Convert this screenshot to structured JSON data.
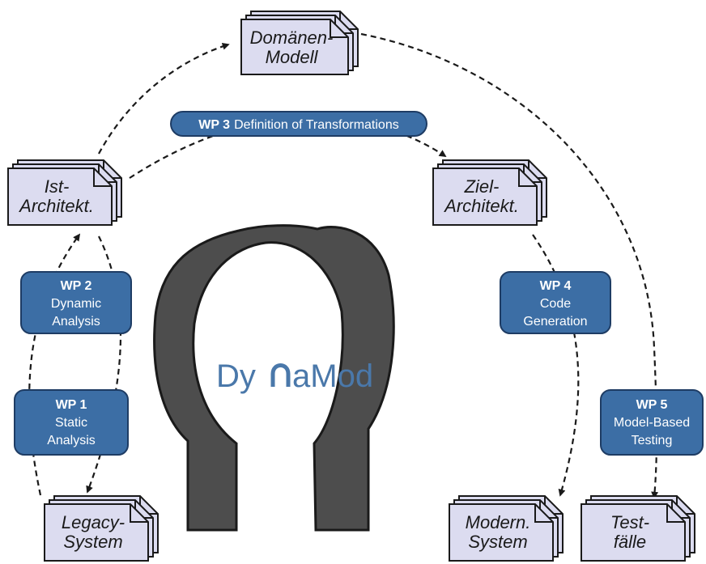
{
  "documents": {
    "domain_model": [
      "Domänen-",
      "Modell"
    ],
    "ist_architecture": [
      "Ist-",
      "Architekt."
    ],
    "ziel_architecture": [
      "Ziel-",
      "Architekt."
    ],
    "legacy_system": [
      "Legacy-",
      "System"
    ],
    "modern_system": [
      "Modern.",
      "System"
    ],
    "test_cases": [
      "Test-",
      "fälle"
    ]
  },
  "work_packages": {
    "wp1": {
      "id": "WP 1",
      "lines": [
        "Static",
        "Analysis"
      ]
    },
    "wp2": {
      "id": "WP 2",
      "lines": [
        "Dynamic",
        "Analysis"
      ]
    },
    "wp3": {
      "id": "WP 3",
      "title": "Definition of Transformations"
    },
    "wp4": {
      "id": "WP 4",
      "lines": [
        "Code",
        "Generation"
      ]
    },
    "wp5": {
      "id": "WP 5",
      "lines": [
        "Model-Based",
        "Testing"
      ]
    }
  },
  "logo": {
    "prefix": "Dy",
    "suffix": "aMod"
  },
  "colors": {
    "document_fill": "#dcdcf0",
    "wp_fill": "#3c6ea5",
    "wp_border": "#1e3c64",
    "horseshoe": "#4d4d4d",
    "logo_text": "#4a78aa",
    "arrows": "#1a1a1a"
  }
}
